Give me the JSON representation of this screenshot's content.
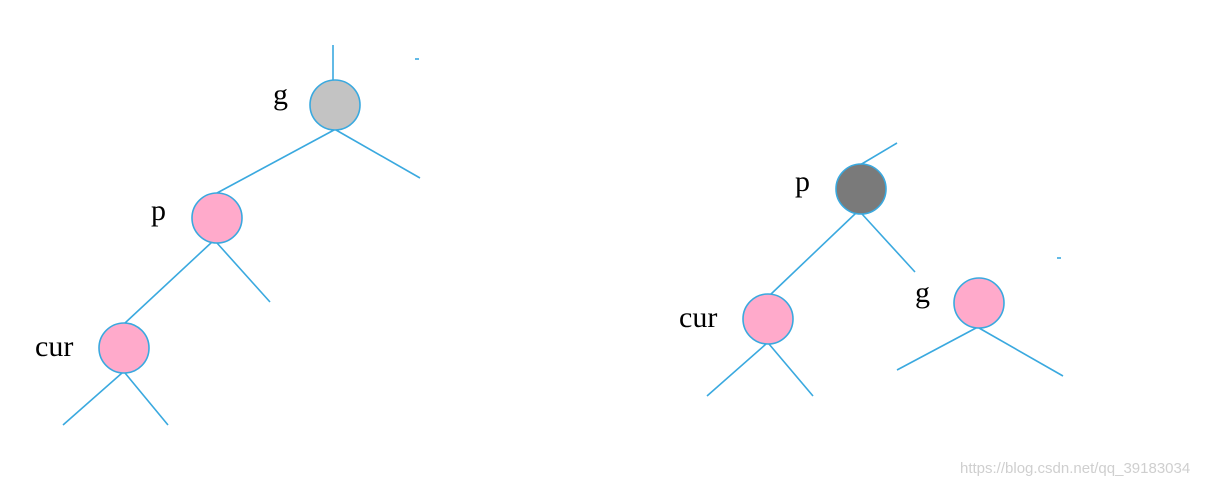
{
  "left_tree": {
    "g_label": "g",
    "p_label": "p",
    "cur_label": "cur"
  },
  "right_tree": {
    "p_label": "p",
    "cur_label": "cur",
    "g_label": "g"
  },
  "watermark": "https://blog.csdn.net/qq_39183034",
  "colors": {
    "edge": "#3aa9df",
    "node_stroke": "#3aa9df",
    "red_node": "#ffaacb",
    "light_gray_node": "#c3c3c3",
    "dark_gray_node": "#7a7a7a"
  }
}
